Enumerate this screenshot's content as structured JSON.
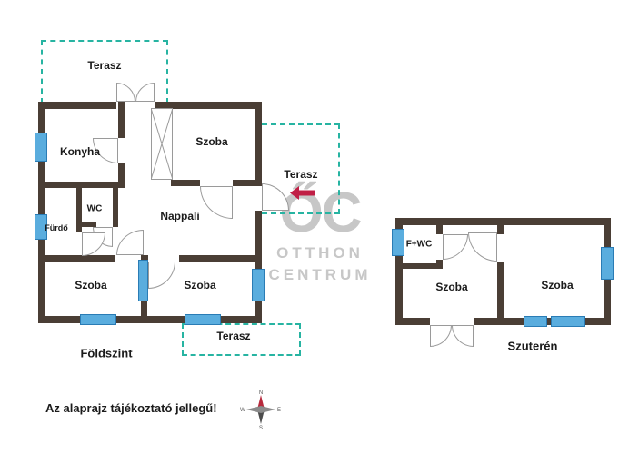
{
  "colors": {
    "wall": "#4a3e35",
    "window": "#5aadde",
    "window_border": "#2a7cb5",
    "terrace": "#27b4a2",
    "watermark": "#c7c7c7",
    "arrow": "#c01f45",
    "ink": "#1b1b1b"
  },
  "ground_floor": {
    "name": "Földszint",
    "rooms": {
      "terasz_top": "Terasz",
      "konyha": "Konyha",
      "szoba_top": "Szoba",
      "terasz_right": "Terasz",
      "wc": "WC",
      "furdo": "Fürdő",
      "nappali": "Nappali",
      "szoba_bottom_left": "Szoba",
      "szoba_bottom_mid": "Szoba",
      "terasz_bottom": "Terasz"
    }
  },
  "basement": {
    "name": "Szuterén",
    "rooms": {
      "fwc": "F+WC",
      "szoba_left": "Szoba",
      "szoba_right": "Szoba"
    }
  },
  "watermark": {
    "logo": "ŐC",
    "line1": "OTTHON",
    "line2": "CENTRUM"
  },
  "disclaimer": "Az alaprajz tájékoztató jellegű!",
  "compass": {
    "north": "N",
    "east": "E",
    "south": "S",
    "west": "W"
  }
}
